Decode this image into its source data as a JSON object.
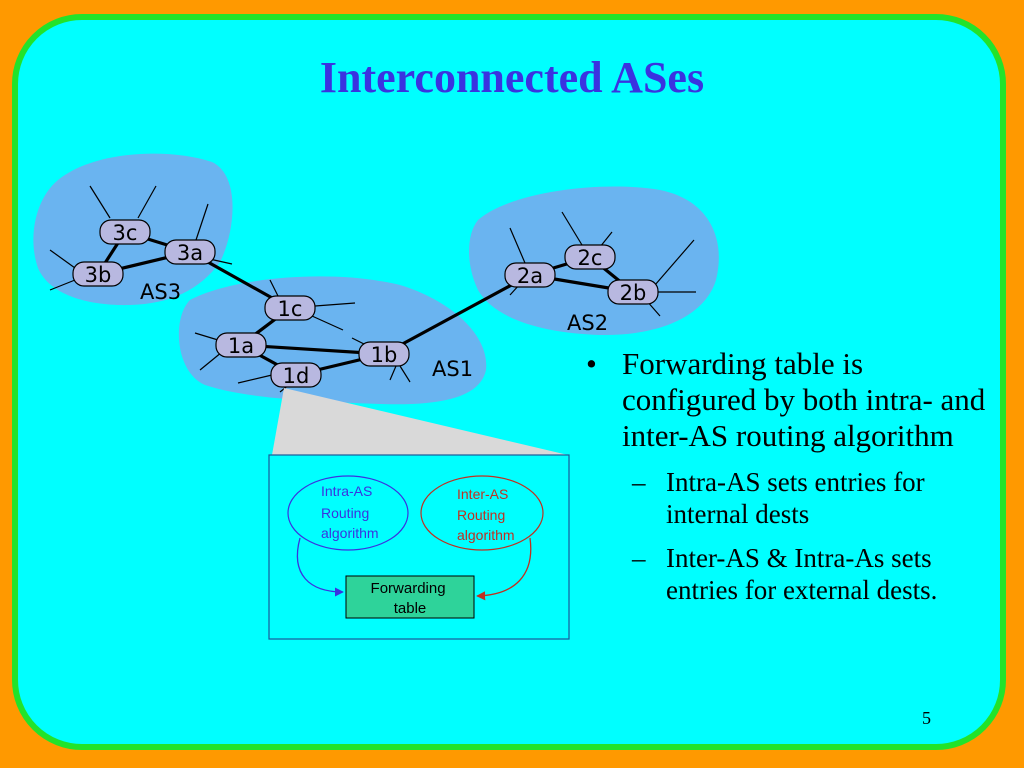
{
  "slide": {
    "title": "Interconnected ASes",
    "page_number": "5"
  },
  "network": {
    "routers": {
      "r3a": "3a",
      "r3b": "3b",
      "r3c": "3c",
      "r1a": "1a",
      "r1b": "1b",
      "r1c": "1c",
      "r1d": "1d",
      "r2a": "2a",
      "r2b": "2b",
      "r2c": "2c"
    },
    "as_labels": {
      "as1": "AS1",
      "as2": "AS2",
      "as3": "AS3"
    }
  },
  "inset": {
    "intra_as": [
      "Intra-AS",
      "Routing",
      "algorithm"
    ],
    "inter_as": [
      "Inter-AS",
      "Routing",
      "algorithm"
    ],
    "forwarding_table": [
      "Forwarding",
      "table"
    ]
  },
  "bullets": {
    "main": "Forwarding table is configured by both intra- and inter-AS routing algorithm",
    "sub1": "Intra-AS sets entries for internal dests",
    "sub2": "Inter-AS & Intra-As sets entries for external dests.",
    "dot": "•",
    "dash": "–"
  },
  "colors": {
    "background": "#ff9900",
    "slide": "#00ffff",
    "border": "#22e32a",
    "title": "#3a33e0",
    "cloud": "#6ab4f0",
    "router": "#b8b8e0",
    "intra_as": "#3a33e0",
    "inter_as": "#c03020",
    "forwarding_table": "#2ed39a"
  }
}
